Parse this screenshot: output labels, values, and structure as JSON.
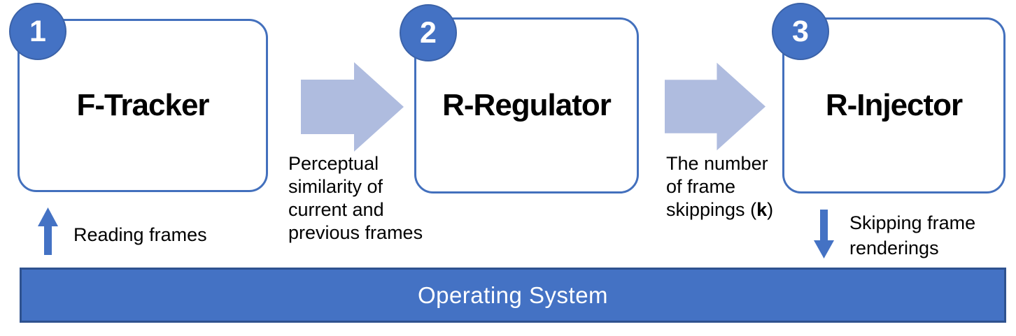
{
  "palette": {
    "accent_blue": "#4472C4",
    "accent_dark_blue": "#2F528F",
    "light_arrow_blue": "#AFBCDF",
    "box_border_blue": "#4370BD",
    "background": "#FFFFFF",
    "text": "#000000"
  },
  "boxes": [
    {
      "number": "1",
      "title": "F-Tracker"
    },
    {
      "number": "2",
      "title": "R-Regulator"
    },
    {
      "number": "3",
      "title": "R-Injector"
    }
  ],
  "flow_labels": {
    "connector1": {
      "line1": "Perceptual",
      "line2": "similarity of",
      "line3": "current and",
      "line4": "previous frames"
    },
    "connector2": {
      "line1": "The number",
      "line2": "of frame",
      "line3_prefix": "skippings (",
      "line3_bold": "k",
      "line3_suffix": ")"
    }
  },
  "io_labels": {
    "input": "Reading frames",
    "output_line1": "Skipping frame",
    "output_line2": "renderings"
  },
  "os_bar": {
    "label": "Operating System"
  }
}
